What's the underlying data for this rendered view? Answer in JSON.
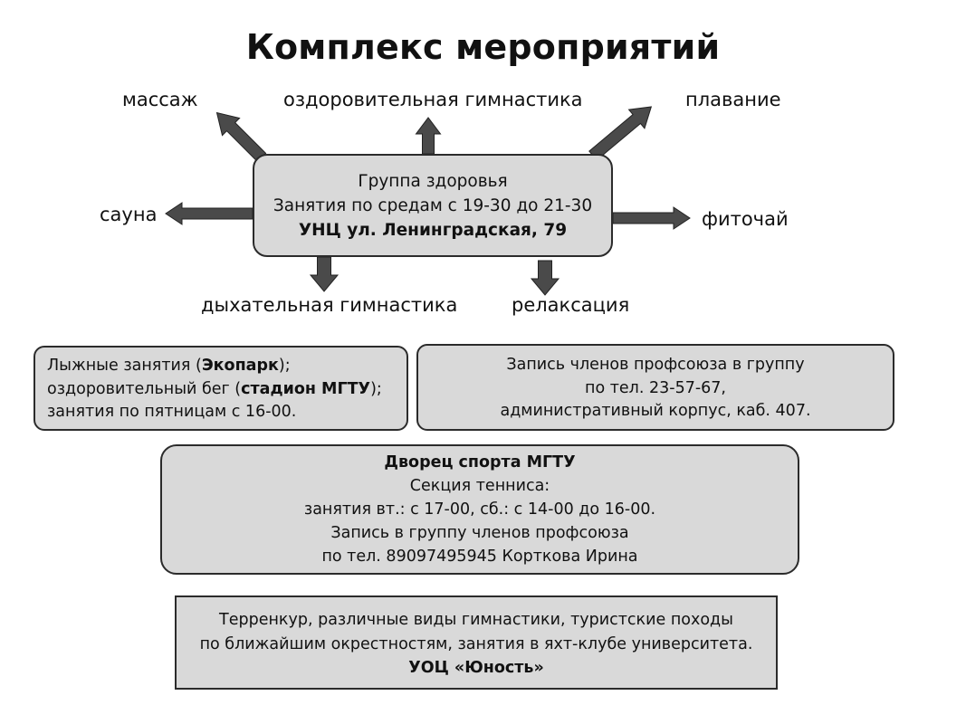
{
  "title": "Комплекс мероприятий",
  "activities": {
    "massage": "массаж",
    "health_gymnastics": "оздоровительная гимнастика",
    "swimming": "плавание",
    "sauna": "сауна",
    "herbal_tea": "фиточай",
    "breathing_gymnastics": "дыхательная гимнастика",
    "relaxation": "релаксация"
  },
  "hub": {
    "line1": "Группа здоровья",
    "line2": "Занятия по средам с 19-30  до 21-30",
    "line3": "УНЦ ул. Ленинградская, 79"
  },
  "ski_box": {
    "l1_a": "Лыжные занятия  (",
    "l1_b": "Экопарк",
    "l1_c": ");",
    "l2_a": "оздоровительный бег (",
    "l2_b": "стадион МГТУ",
    "l2_c": ");",
    "l3": "занятия по пятницам с 16-00."
  },
  "join_box": {
    "line1": "Запись членов профсоюза в группу",
    "line2": "по тел. 23-57-67,",
    "line3": "административный корпус, каб. 407."
  },
  "palace_box": {
    "line1": "Дворец спорта МГТУ",
    "line2": "Секция тенниса:",
    "line3": "занятия вт.: с 17-00, сб.: с 14-00 до 16-00.",
    "line4": "Запись в группу членов профсоюза",
    "line5": "по тел. 89097495945 Корткова Ирина"
  },
  "camp_box": {
    "line1": "Терренкур, различные виды гимнастики, туристские походы",
    "line2": "по ближайшим окрестностям, занятия в яхт-клубе университета.",
    "line3": "УОЦ «Юность»"
  },
  "colors": {
    "box_fill": "#d9d9d9",
    "arrow_fill": "#4a4a4a",
    "border": "#2b2b2b"
  }
}
